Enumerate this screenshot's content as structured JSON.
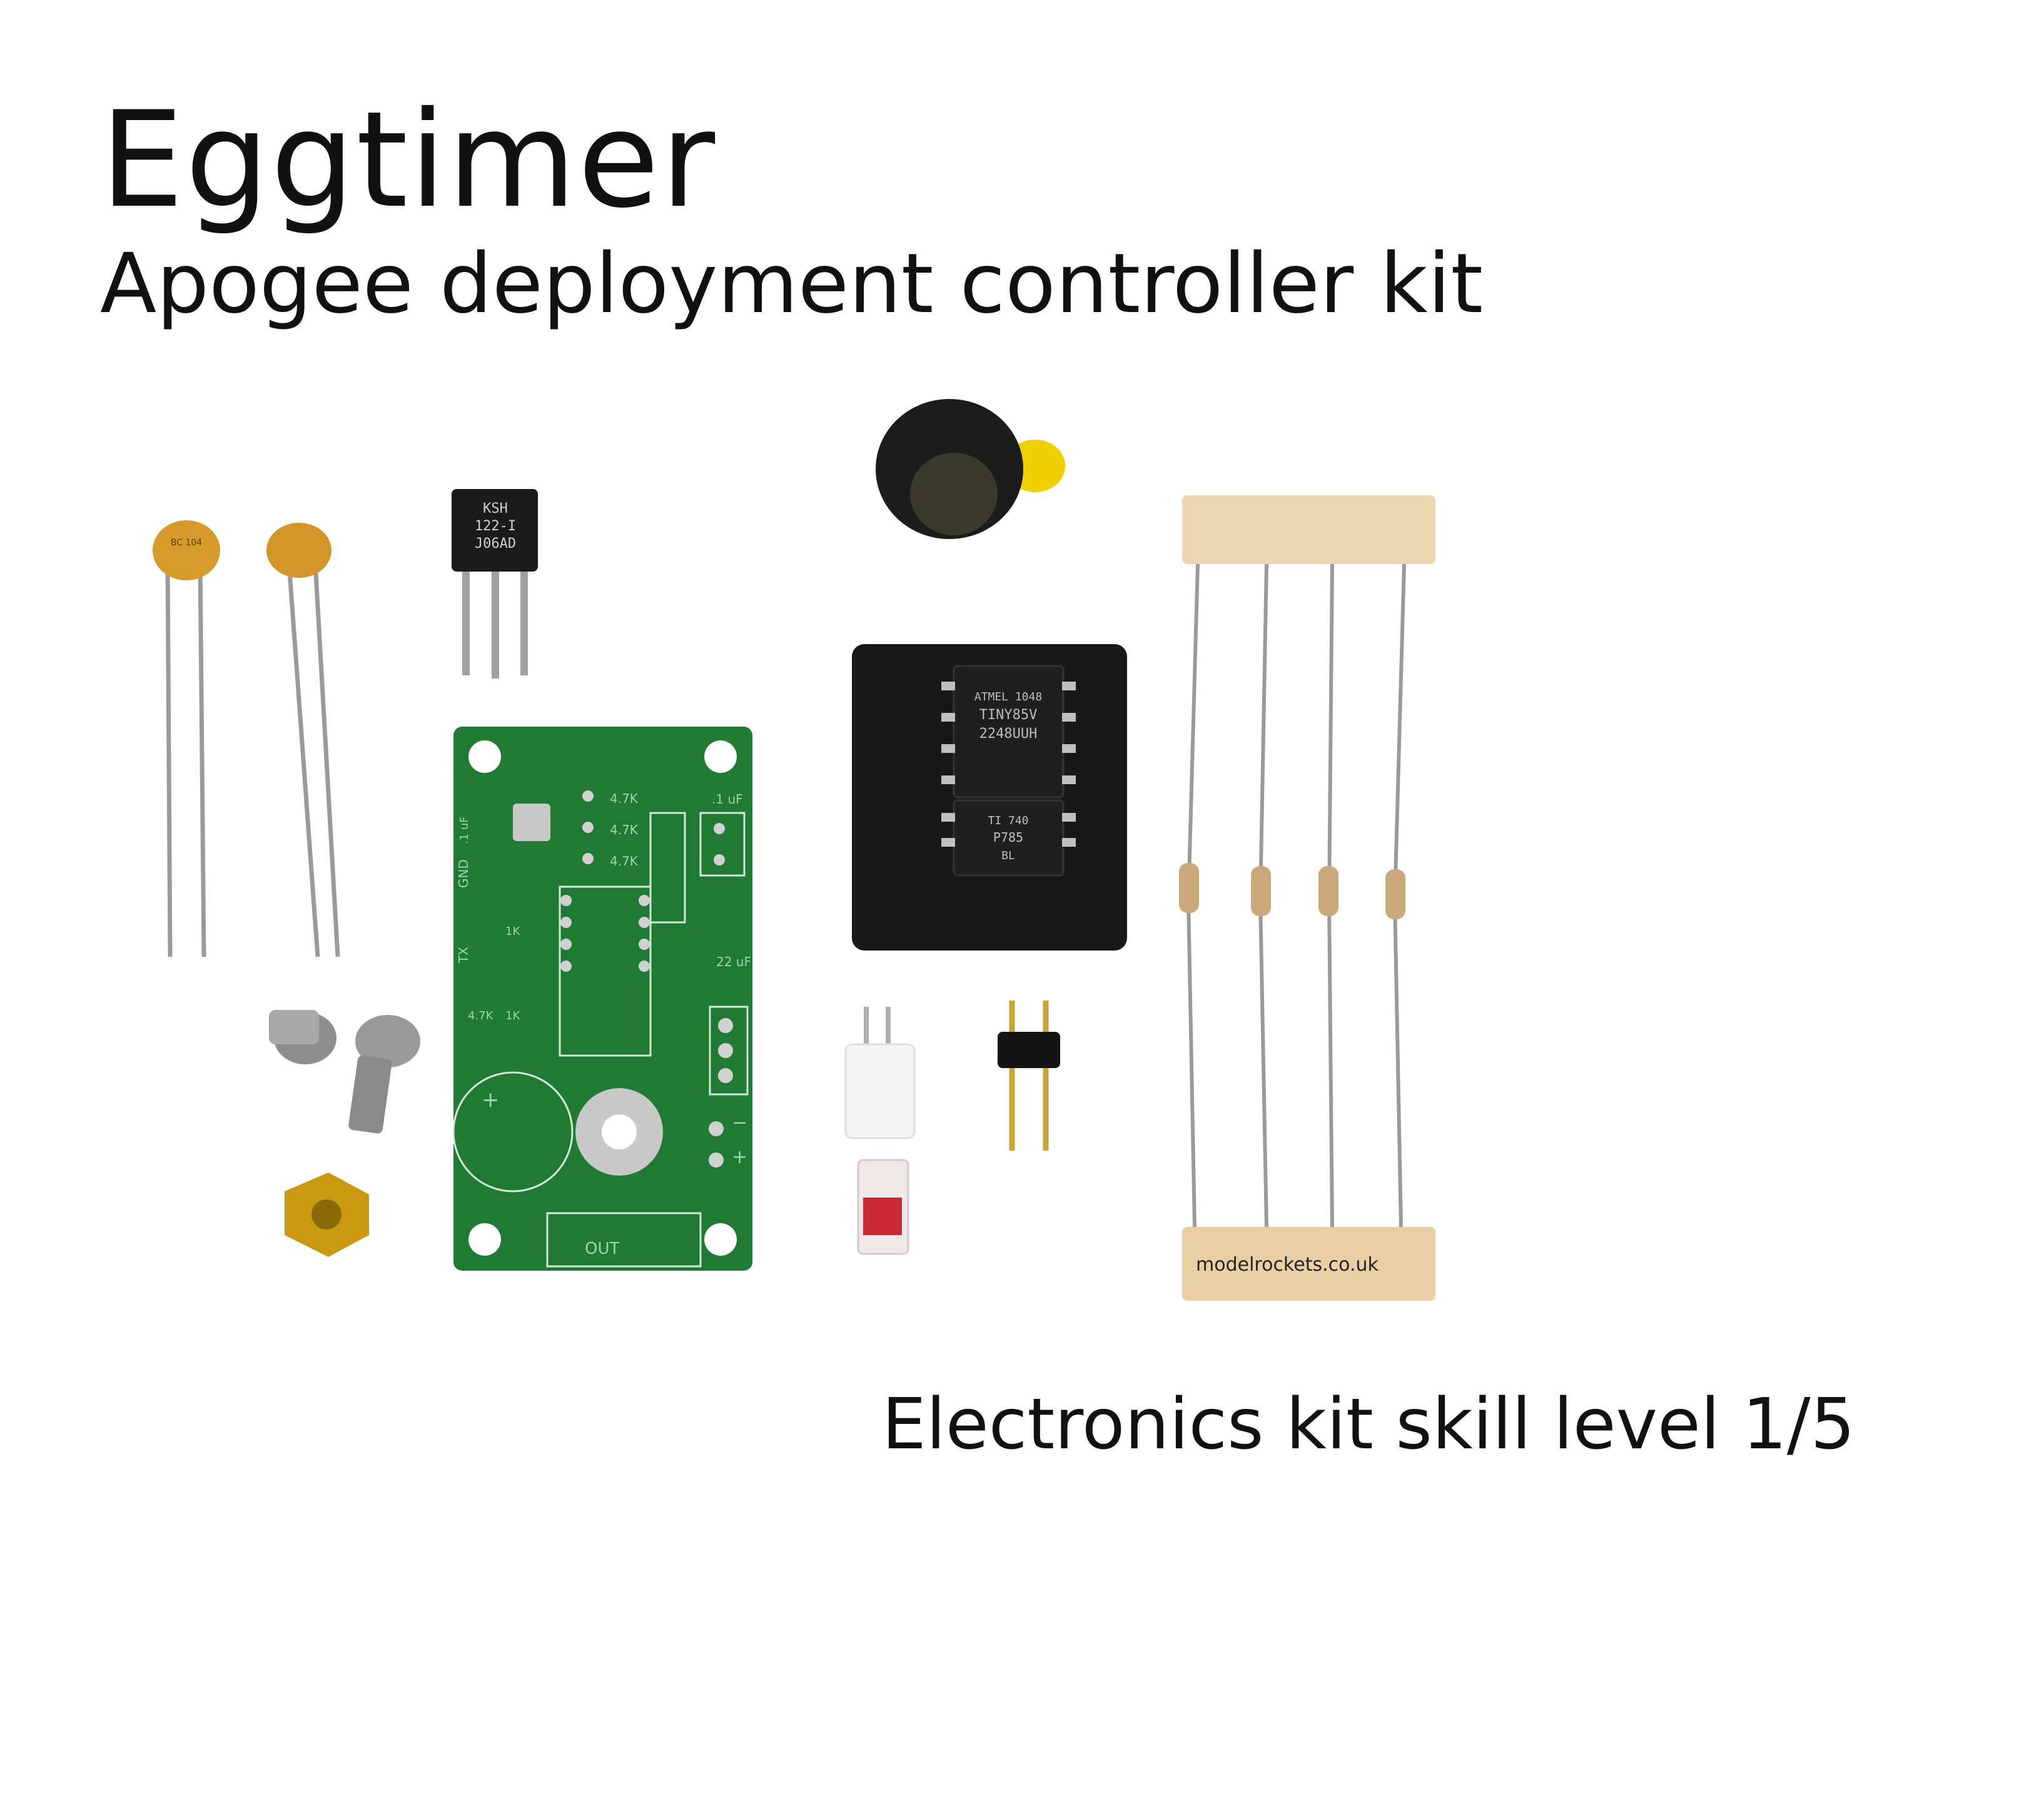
{
  "heading": {
    "title": "Eggtimer",
    "subtitle": "Apogee deployment controller kit"
  },
  "footer": {
    "skill_level": "Electronics kit skill level 1/5"
  },
  "watermark": "modelrockets.co.uk",
  "components": {
    "capacitor_1": "BC 104",
    "regulator_lines": [
      "KSH",
      "122-I",
      "J06AD"
    ],
    "chip_upper_lines": [
      "ATMEL 1048",
      "TINY85V",
      "2248UUH"
    ],
    "chip_lower_lines": [
      "TI 740",
      "P785",
      "BL"
    ],
    "pcb_labels": {
      "r1": "4.7K",
      "r2": "4.7K",
      "r3": "4.7K",
      "cap_top": ".1 uF",
      "cap_side": ".1 uF",
      "cap_bottom": "22 uF",
      "gnd": "GND",
      "tx": "TX",
      "r4": "1K",
      "r5": "4.7K",
      "r6": "1K",
      "plus": "+",
      "minus": "−",
      "plus2": "+",
      "out": "OUT"
    }
  },
  "colors": {
    "pcb_green": "#1f7a34",
    "tape_paper": "#e8cfa6",
    "ceramic_cap": "#d69a2a",
    "brass": "#c99a10",
    "foam": "#181818"
  }
}
